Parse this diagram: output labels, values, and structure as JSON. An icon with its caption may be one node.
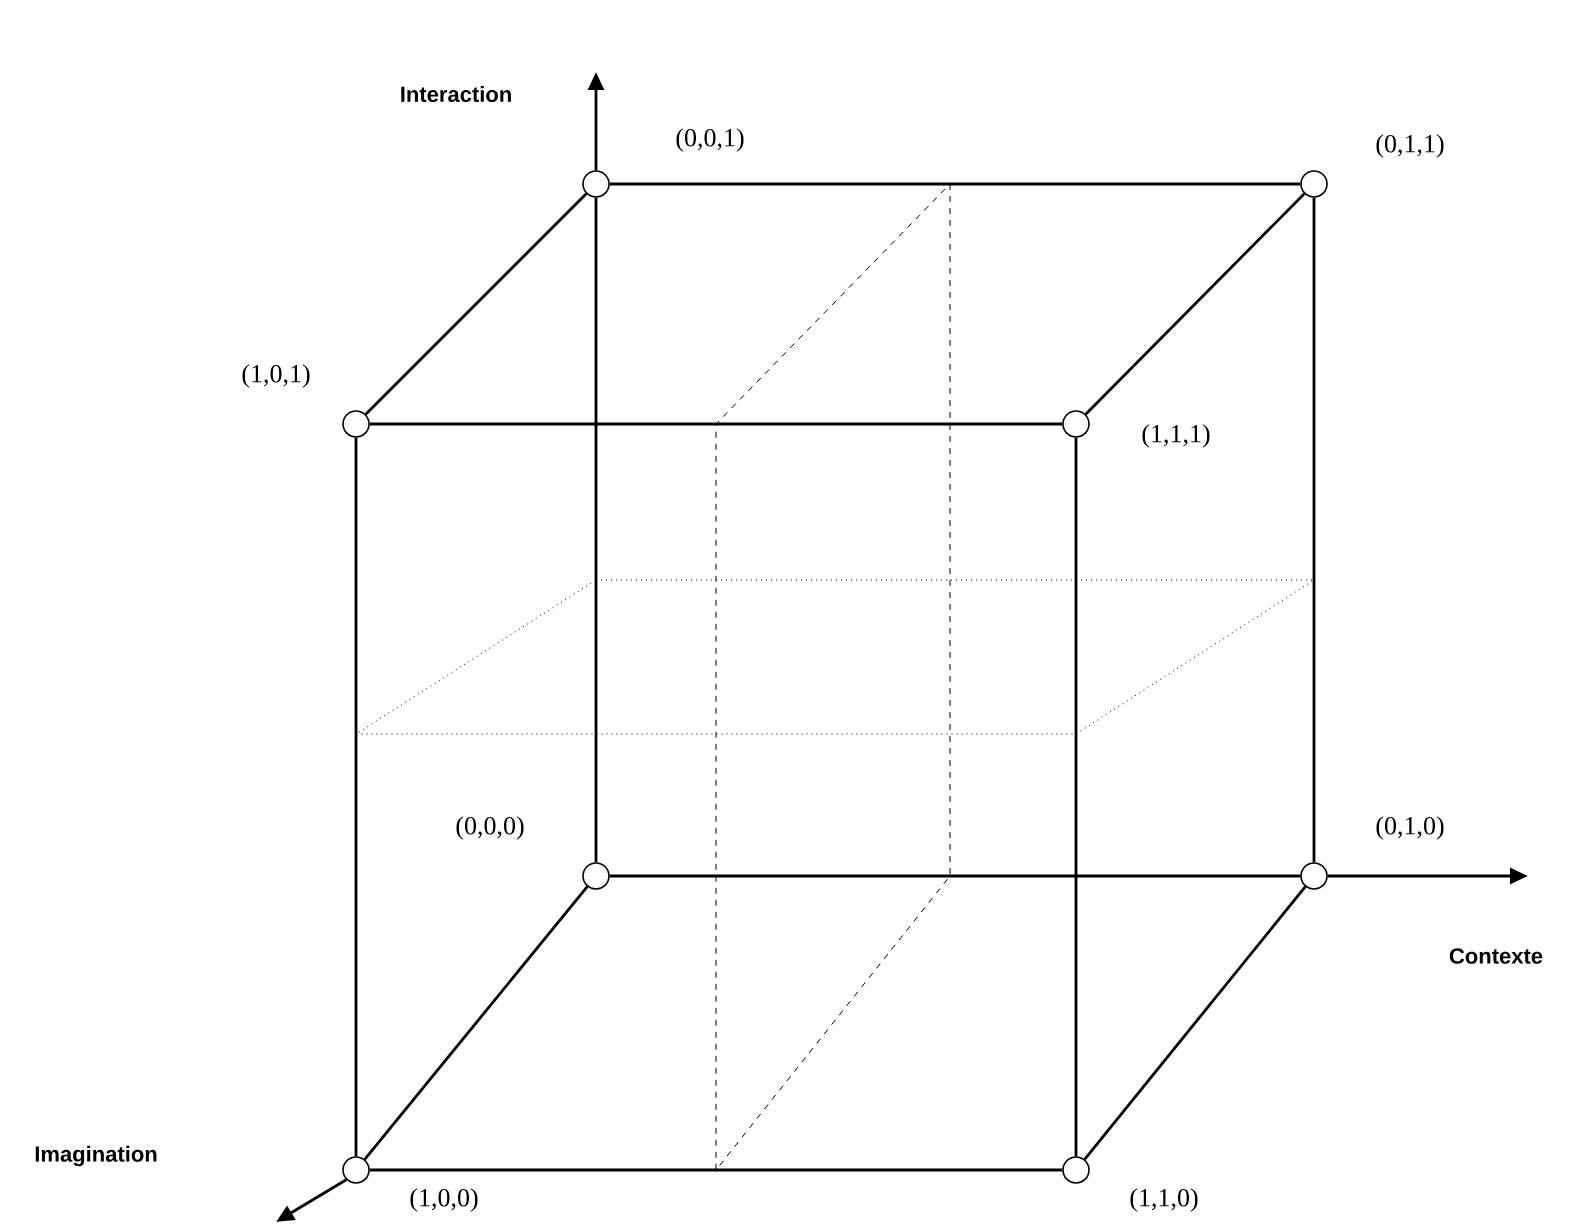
{
  "diagram": {
    "nodes": [
      {
        "text": [],
        "shape": "circle",
        "beside": [
          "(0,0,1)"
        ]
      },
      {
        "text": [],
        "shape": "circle",
        "beside": [
          "(0,1,1)"
        ]
      },
      {
        "text": [],
        "shape": "circle",
        "beside": [
          "(1,0,1)"
        ]
      },
      {
        "text": [],
        "shape": "circle",
        "beside": [
          "(1,1,1)"
        ]
      },
      {
        "text": [],
        "shape": "circle",
        "beside": [
          "(0,0,0)"
        ]
      },
      {
        "text": [],
        "shape": "circle",
        "beside": [
          "(0,1,0)"
        ]
      },
      {
        "text": [],
        "shape": "circle",
        "beside": [
          "(1,0,0)"
        ]
      },
      {
        "text": [],
        "shape": "circle",
        "beside": [
          "(1,1,0)"
        ]
      }
    ],
    "edges": [
      {
        "from": 0,
        "to": 1,
        "arrow": "none"
      },
      {
        "from": 0,
        "to": 2,
        "arrow": "none"
      },
      {
        "from": 1,
        "to": 3,
        "arrow": "none"
      },
      {
        "from": 2,
        "to": 3,
        "arrow": "none"
      },
      {
        "from": 0,
        "to": 4,
        "arrow": "none"
      },
      {
        "from": 1,
        "to": 5,
        "arrow": "none"
      },
      {
        "from": 2,
        "to": 6,
        "arrow": "none"
      },
      {
        "from": 3,
        "to": 7,
        "arrow": "none"
      },
      {
        "from": 4,
        "to": 5,
        "arrow": "none"
      },
      {
        "from": 4,
        "to": 6,
        "arrow": "none"
      },
      {
        "from": 5,
        "to": 7,
        "arrow": "none"
      },
      {
        "from": 6,
        "to": 7,
        "arrow": "none"
      }
    ],
    "labels": [
      "Interaction",
      "Contexte",
      "Imagination"
    ]
  }
}
